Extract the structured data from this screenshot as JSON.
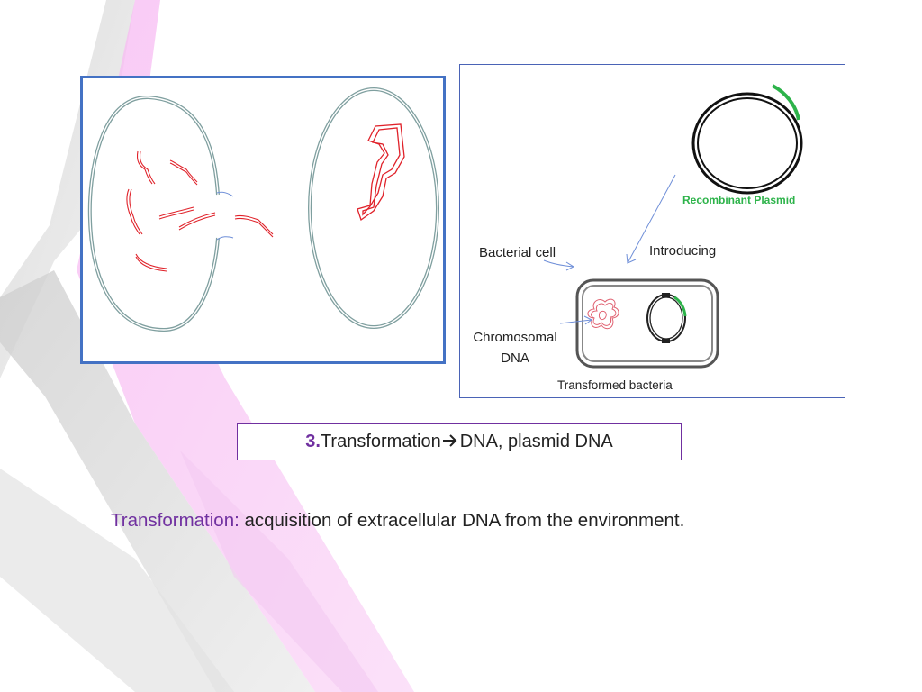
{
  "theme": {
    "accent": "#7030a0",
    "panel_border": "#4472c4",
    "cell_outline": "#7f9f9f",
    "dna_red": "#e0222a",
    "plasmid_green": "#2db34a",
    "arrow_blue": "#6f8fd8"
  },
  "left_diagram": {
    "cells": [
      "donor-cell",
      "recipient-cell"
    ],
    "icons": [
      "bacterial-cell-icon",
      "dna-fragment-icon",
      "cell-wall-gap-icon"
    ]
  },
  "right_diagram": {
    "plasmid_label": "Recombinant Plasmid",
    "introducing_label": "Introducing",
    "bacterial_cell_label": "Bacterial cell",
    "chromosomal_label": "Chromosomal",
    "dna_label": "DNA",
    "transformed_label": "Transformed bacteria"
  },
  "caption": {
    "number": "3.",
    "text": "Transformation",
    "arrow_icon": "right-arrow-icon",
    "target": "DNA, plasmid DNA"
  },
  "definition": {
    "term": "Transformation:",
    "text": "acquisition of extracellular DNA from the environment."
  }
}
